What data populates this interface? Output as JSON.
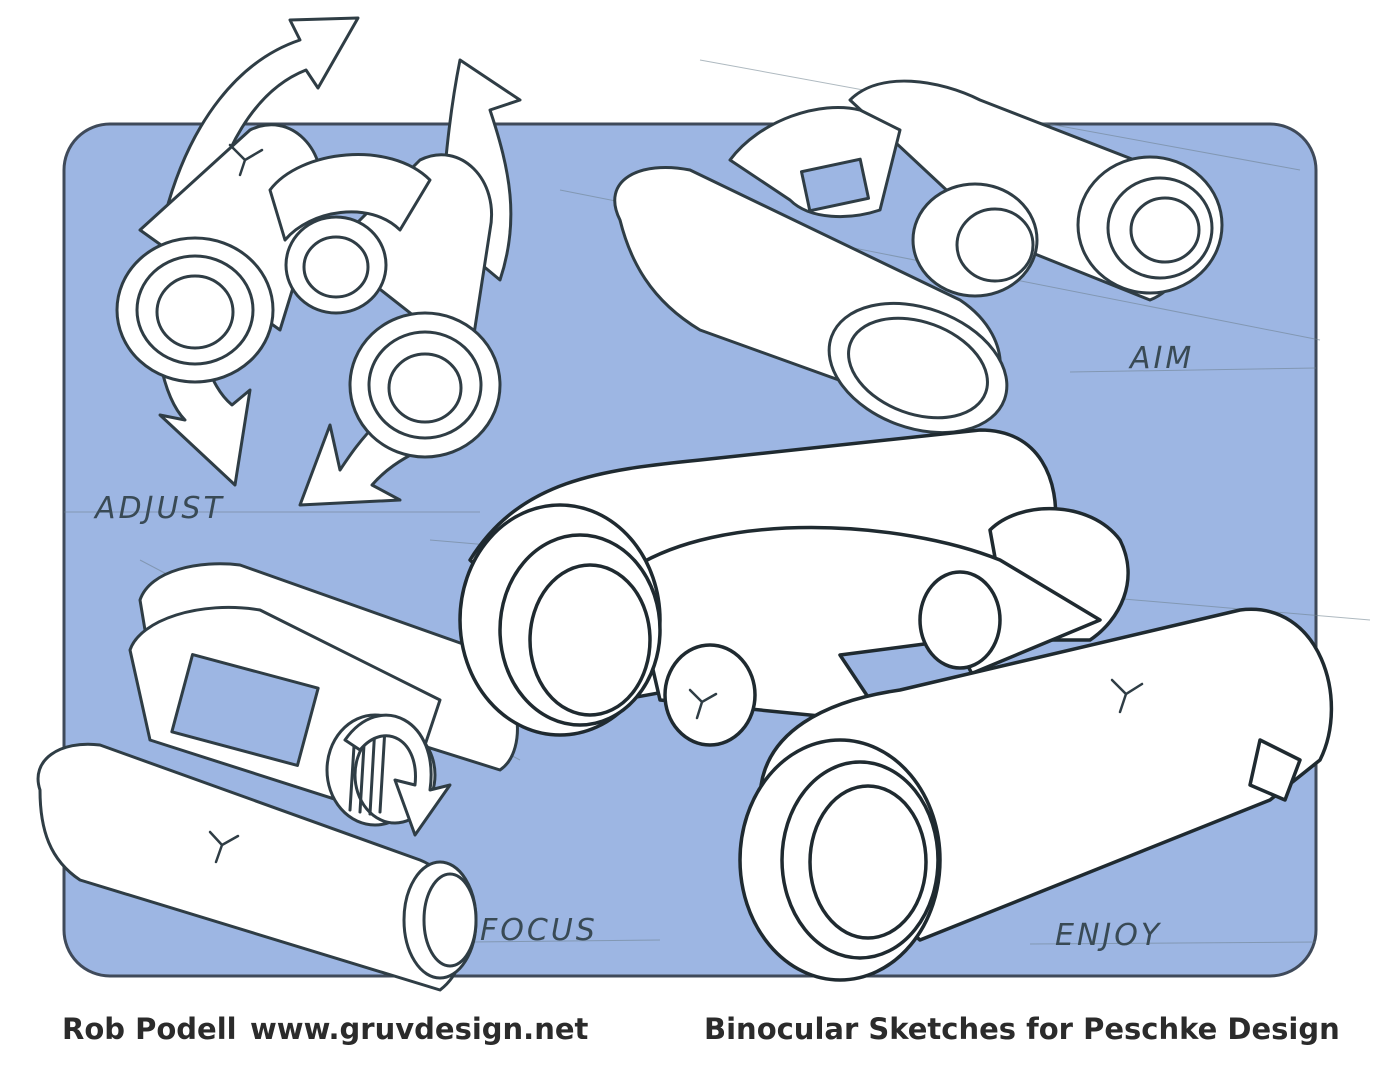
{
  "labels": {
    "adjust": "ADJUST",
    "aim": "AIM",
    "focus": "FOCUS",
    "enjoy": "ENJOY"
  },
  "footer": {
    "author": "Rob Podell",
    "website": "www.gruvdesign.net",
    "title": "Binocular Sketches for Peschke Design"
  },
  "colors": {
    "panel": "#9db6e3",
    "panel_stroke": "#3f4a5a",
    "ink": "#2f3d45",
    "paper": "#ffffff"
  }
}
